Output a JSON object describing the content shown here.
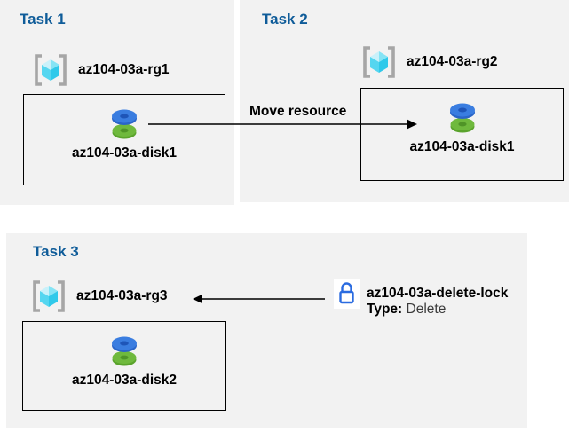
{
  "colors": {
    "panel_bg": "#f2f2f2",
    "title_blue": "#0f5c99",
    "line_black": "#000000",
    "bracket_gray": "#a6a6a6",
    "cube_top_light": "#c9f1fa",
    "cube_top": "#85e4f5",
    "cube_left": "#55d6f0",
    "cube_right": "#2fc9ea",
    "disk_blue": "#3a7de0",
    "disk_blue_dark": "#2a65c8",
    "disk_blue_hole": "#1e55b8",
    "disk_green": "#6fb93d",
    "disk_green_dark": "#5aa32c",
    "disk_green_hole": "#4f9427",
    "lock_blue": "#2a6be0"
  },
  "icons": {
    "resource_group": "resource-group-icon",
    "disk": "disk-icon",
    "lock": "lock-icon"
  },
  "tasks": [
    {
      "title": "Task 1",
      "resource_group": "az104-03a-rg1",
      "resource": "az104-03a-disk1"
    },
    {
      "title": "Task 2",
      "resource_group": "az104-03a-rg2",
      "resource": "az104-03a-disk1"
    },
    {
      "title": "Task 3",
      "resource_group": "az104-03a-rg3",
      "resource": "az104-03a-disk2"
    }
  ],
  "annotations": {
    "move_label": "Move resource",
    "lock_name": "az104-03a-delete-lock",
    "lock_type_label": "Type:",
    "lock_type_value": "Delete"
  }
}
